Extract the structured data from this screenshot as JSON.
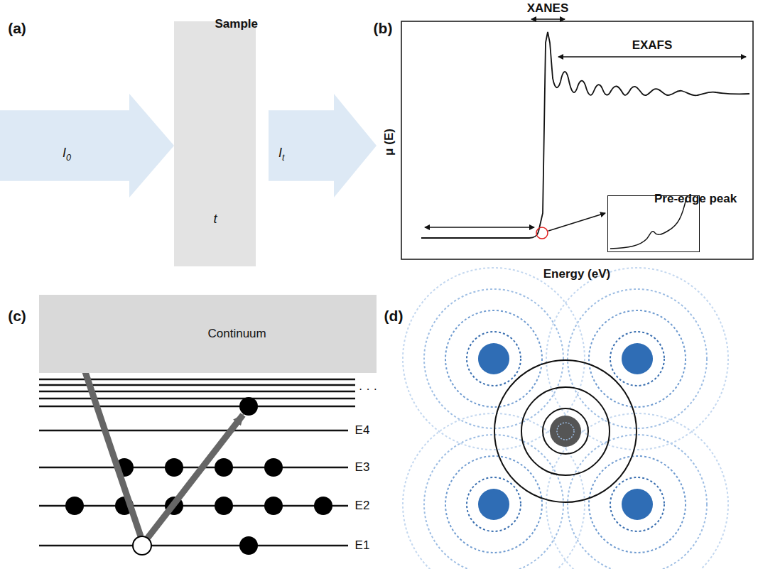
{
  "diagram": {
    "nodes": [
      {
        "text": [
          "I0"
        ]
      },
      {
        "text": [
          "Sample"
        ]
      },
      {
        "text": [
          "It"
        ]
      },
      {
        "text": [
          "Pre-edge peak"
        ]
      },
      {
        "text": [
          "Continuum"
        ]
      }
    ],
    "labels": [
      "(a)",
      "(b)",
      "(c)",
      "(d)",
      "t",
      "XANES",
      "EXAFS",
      "μ (E)",
      "Energy (eV)",
      "E4",
      "E3",
      "E2",
      "E1",
      "· · ·"
    ]
  }
}
